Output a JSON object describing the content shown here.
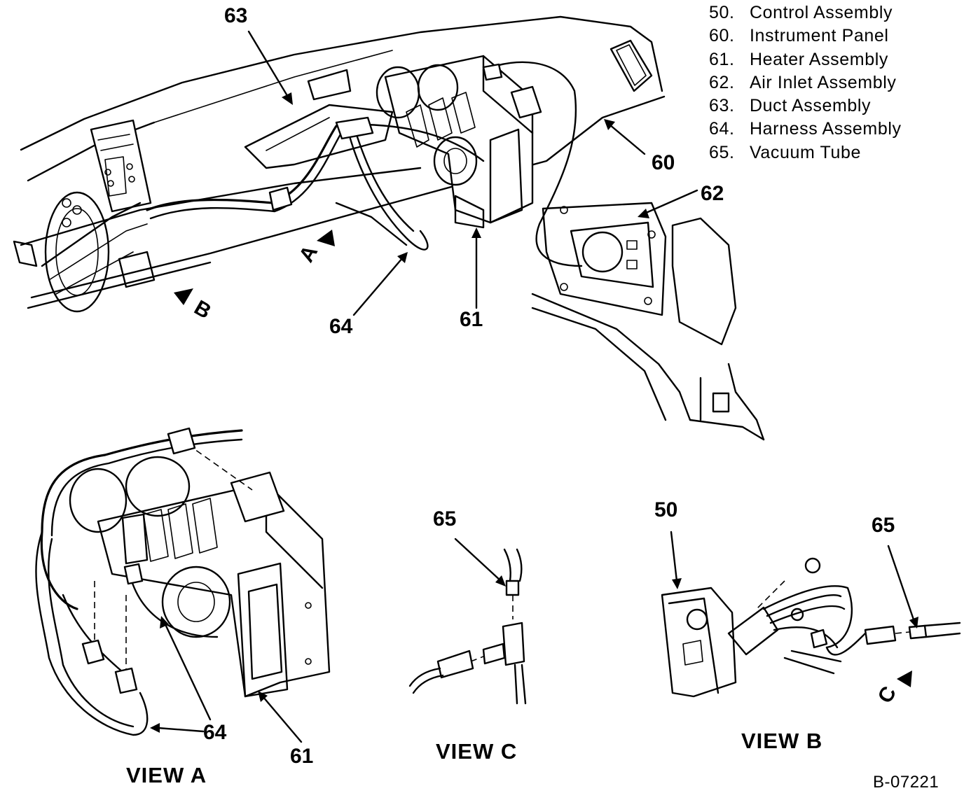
{
  "legend": [
    {
      "number": "50.",
      "label": "Control Assembly"
    },
    {
      "number": "60.",
      "label": "Instrument Panel"
    },
    {
      "number": "61.",
      "label": "Heater Assembly"
    },
    {
      "number": "62.",
      "label": "Air Inlet Assembly"
    },
    {
      "number": "63.",
      "label": "Duct Assembly"
    },
    {
      "number": "64.",
      "label": "Harness Assembly"
    },
    {
      "number": "65.",
      "label": "Vacuum Tube"
    }
  ],
  "callouts": {
    "main_63": "63",
    "main_60": "60",
    "main_62": "62",
    "main_64": "64",
    "main_61": "61",
    "view_a_64": "64",
    "view_a_61": "61",
    "view_c_65": "65",
    "view_b_50": "50",
    "view_b_65": "65"
  },
  "view_arrows": {
    "a": "A",
    "b": "B",
    "c": "C"
  },
  "view_labels": {
    "view_a": "VIEW A",
    "view_b": "VIEW B",
    "view_c": "VIEW C"
  },
  "figure_code": "B-07221"
}
